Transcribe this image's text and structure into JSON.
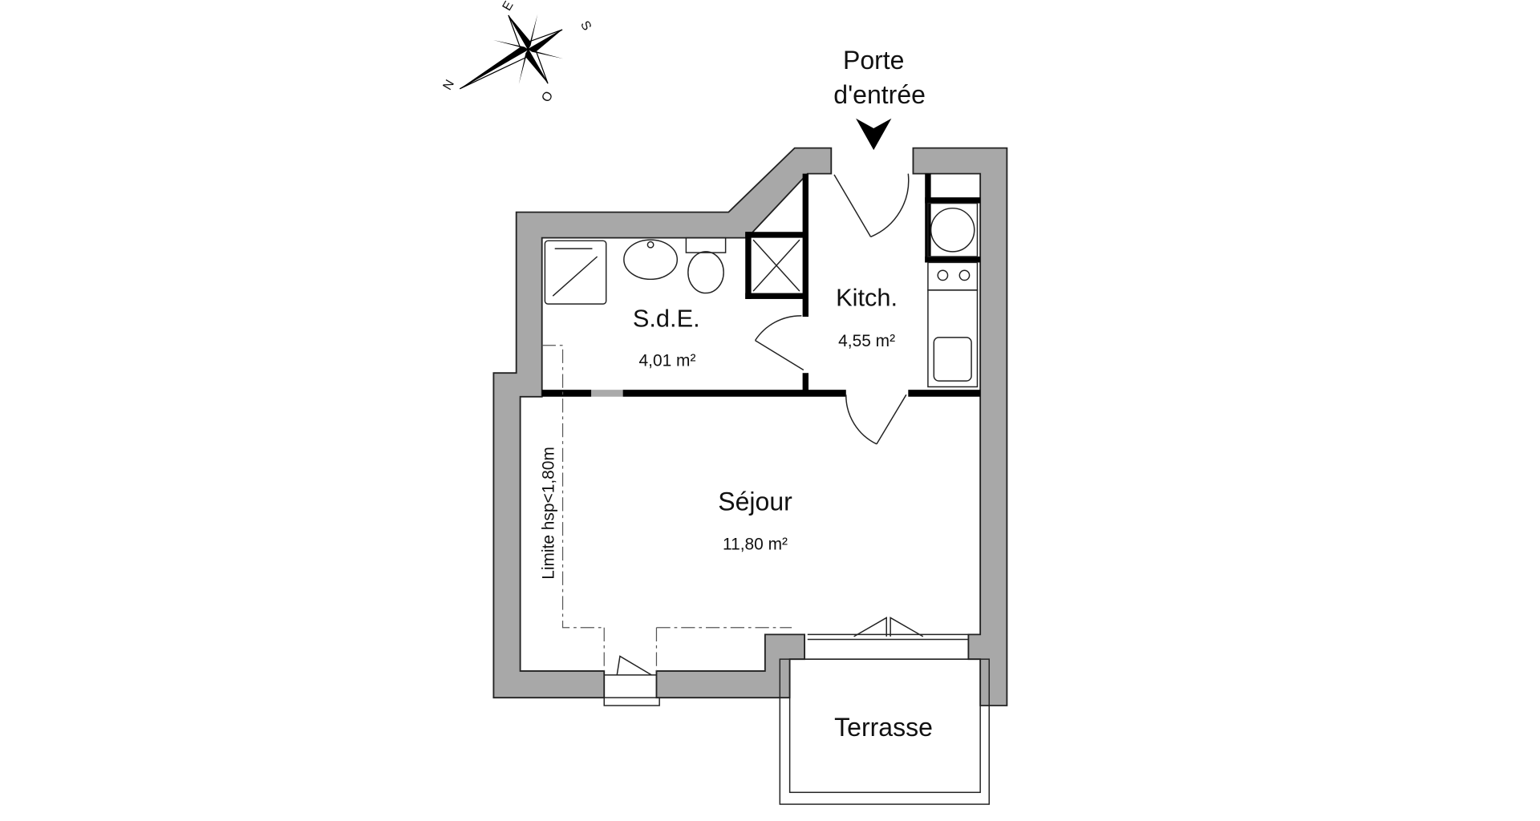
{
  "compass": {
    "north": "N",
    "east": "E",
    "south": "S",
    "west": "O"
  },
  "entrance": {
    "line1": "Porte",
    "line2": "d'entrée"
  },
  "rooms": {
    "sde": {
      "name": "S.d.E.",
      "area": "4,01 m²"
    },
    "kitchen": {
      "name": "Kitch.",
      "area": "4,55 m²"
    },
    "sejour": {
      "name": "Séjour",
      "area": "11,80 m²"
    },
    "terrasse": {
      "name": "Terrasse"
    }
  },
  "height_limit": "Limite hsp<1,80m",
  "colors": {
    "wall": "#a8a8a8",
    "partition": "#000000"
  }
}
